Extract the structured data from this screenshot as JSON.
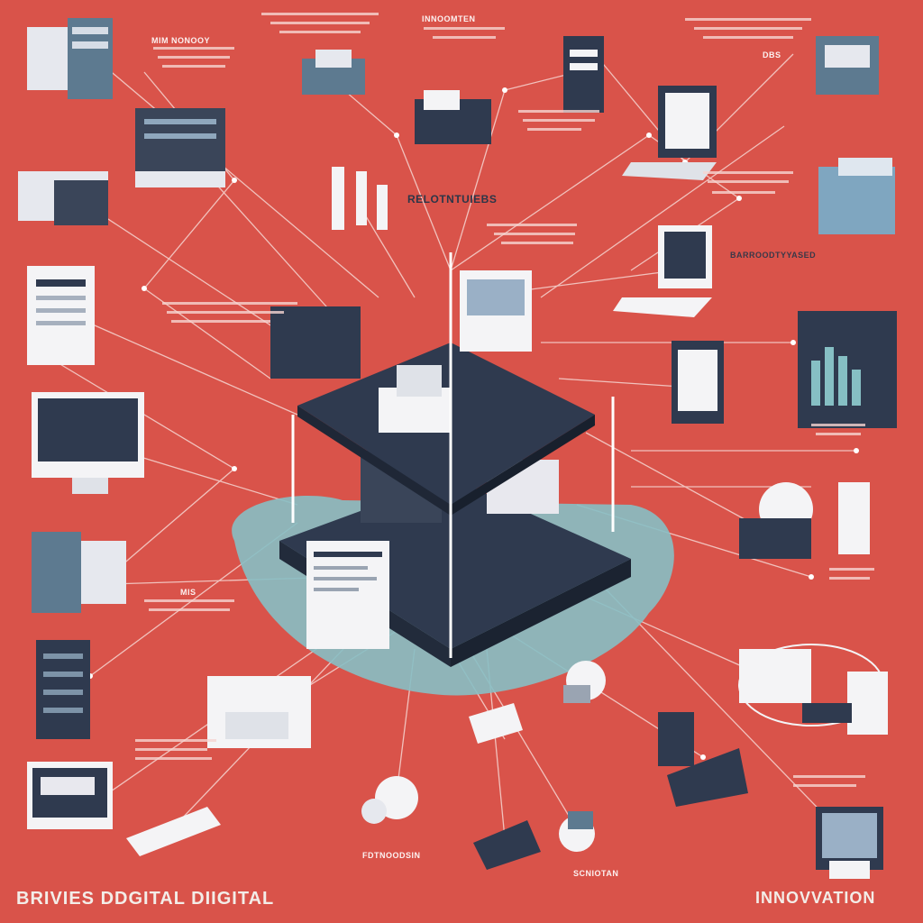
{
  "labels": {
    "top_left": "MIM NONOOY",
    "top_center": "INNOOMTEN",
    "top_right": "DBS",
    "center_heading": "RELOTNTUIEBS",
    "right_heading": "BARROODTYYASED",
    "left_mid": "MIS",
    "bottom_caption": "FDTNOODSIN",
    "bottom_right_caption": "SCNIOTAN",
    "footer_left": "BRIVIES DDGITAL DIIGITAL",
    "footer_right": "INNOVVATION"
  },
  "colors": {
    "background": "#d9534a",
    "navy": "#2f3a4f",
    "teal": "#86bfc4",
    "white": "#f4f4f6",
    "line": "#f6d6d2"
  }
}
